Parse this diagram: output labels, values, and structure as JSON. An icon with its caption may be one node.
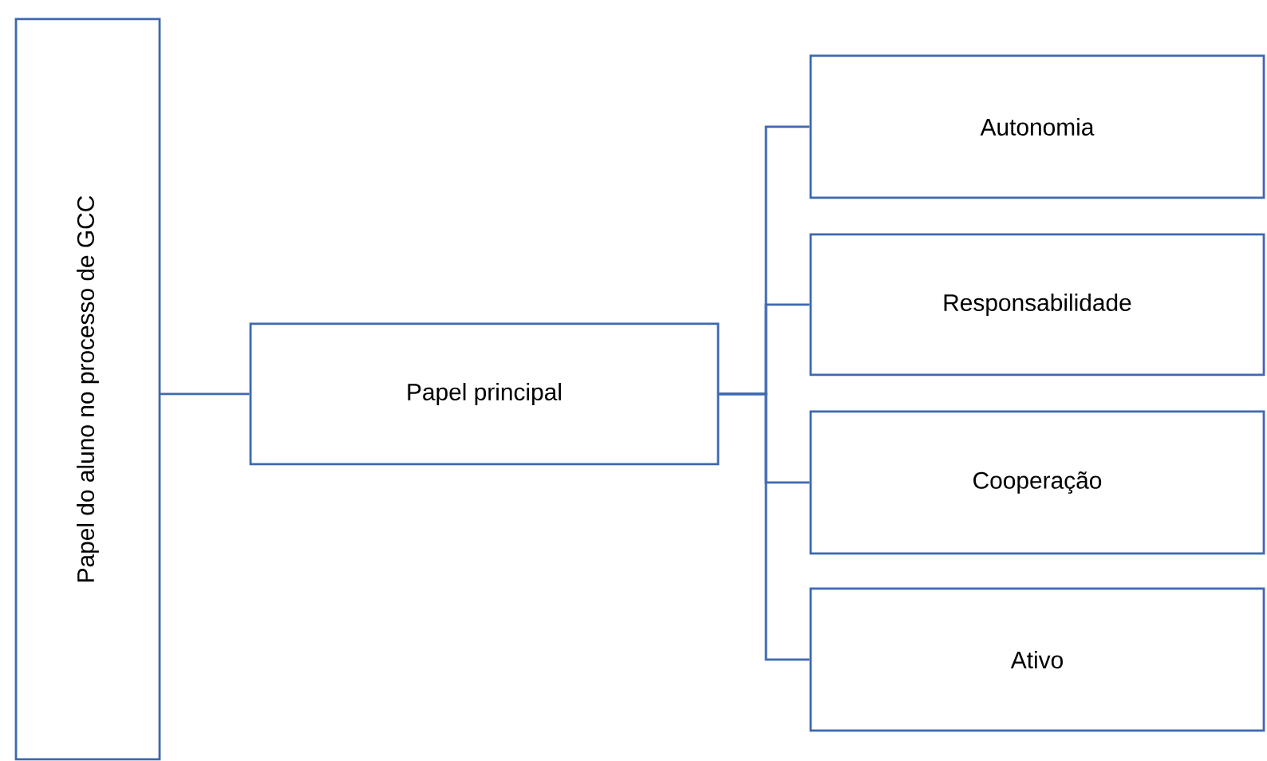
{
  "diagram": {
    "nodes": [
      {
        "text": [
          "Papel do aluno no processo de GCC"
        ]
      },
      {
        "text": [
          "Papel principal"
        ]
      },
      {
        "text": [
          "Autonomia"
        ]
      },
      {
        "text": [
          "Responsabilidade"
        ]
      },
      {
        "text": [
          "Cooperação"
        ]
      },
      {
        "text": [
          "Ativo"
        ]
      }
    ],
    "edges": [
      {
        "from": 0,
        "to": 1,
        "arrow": "none"
      },
      {
        "from": 1,
        "to": 2,
        "arrow": "none"
      },
      {
        "from": 1,
        "to": 3,
        "arrow": "none"
      },
      {
        "from": 1,
        "to": 4,
        "arrow": "none"
      },
      {
        "from": 1,
        "to": 5,
        "arrow": "none"
      }
    ]
  }
}
